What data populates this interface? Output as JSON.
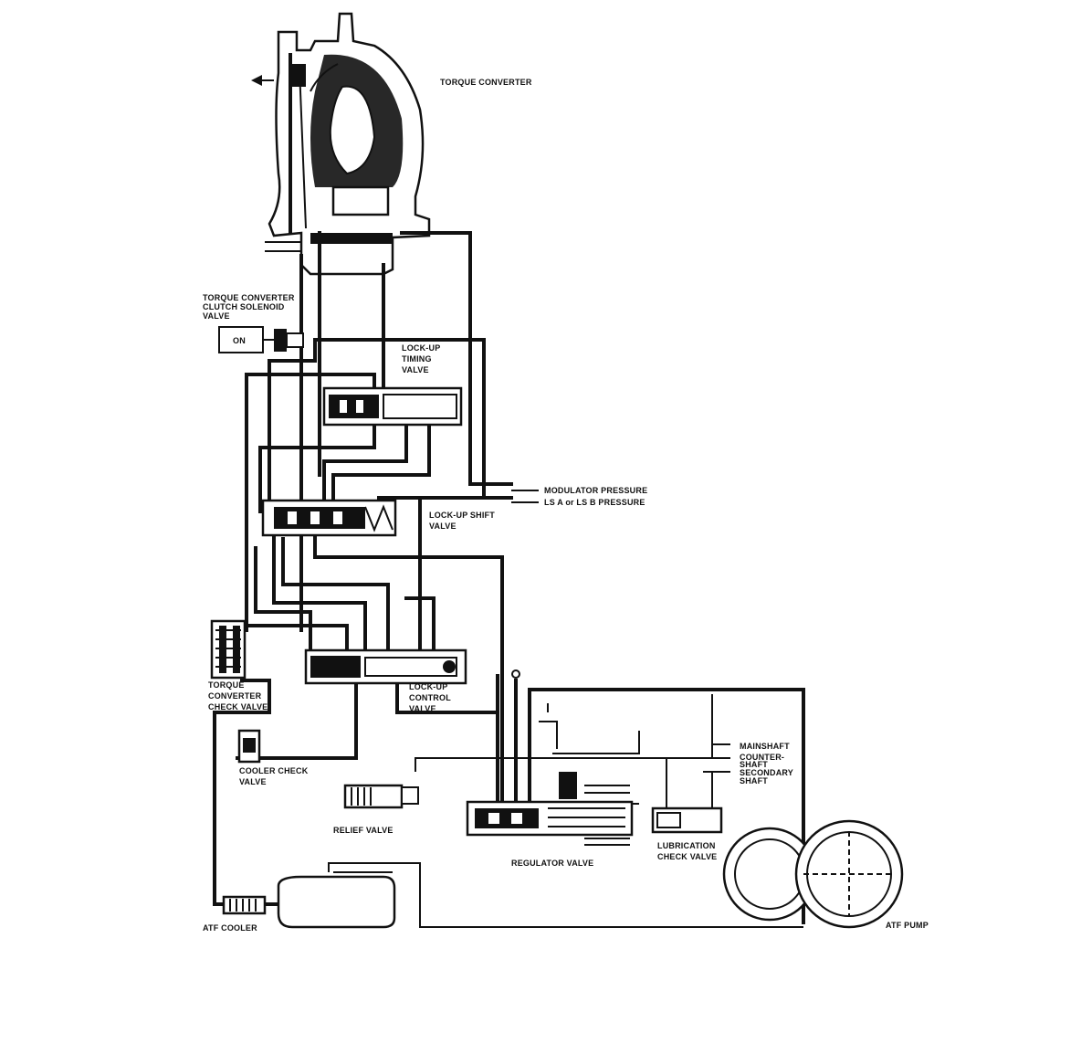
{
  "labels": {
    "torque_converter": "TORQUE CONVERTER",
    "tcc_solenoid_1": "TORQUE CONVERTER",
    "tcc_solenoid_2": "CLUTCH SOLENOID",
    "tcc_solenoid_3": "VALVE",
    "solenoid_state": "ON",
    "lockup_timing_1": "LOCK-UP",
    "lockup_timing_2": "TIMING",
    "lockup_timing_3": "VALVE",
    "modulator_pressure": "MODULATOR PRESSURE",
    "ls_pressure": "LS A or LS B PRESSURE",
    "lockup_shift_1": "LOCK-UP SHIFT",
    "lockup_shift_2": "VALVE",
    "lockup_control_1": "LOCK-UP",
    "lockup_control_2": "CONTROL",
    "lockup_control_3": "VALVE",
    "tc_check_1": "TORQUE",
    "tc_check_2": "CONVERTER",
    "tc_check_3": "CHECK VALVE",
    "cooler_check_1": "COOLER CHECK",
    "cooler_check_2": "VALVE",
    "relief_valve": "RELIEF VALVE",
    "regulator_valve": "REGULATOR VALVE",
    "mainshaft": "MAINSHAFT",
    "countershaft_1": "COUNTER-",
    "countershaft_2": "SHAFT",
    "secondary_1": "SECONDARY",
    "secondary_2": "SHAFT",
    "lubrication_1": "LUBRICATION",
    "lubrication_2": "CHECK VALVE",
    "atf_cooler": "ATF COOLER",
    "atf_pump": "ATF PUMP"
  },
  "colors": {
    "ink": "#111111",
    "paper": "#ffffff"
  }
}
